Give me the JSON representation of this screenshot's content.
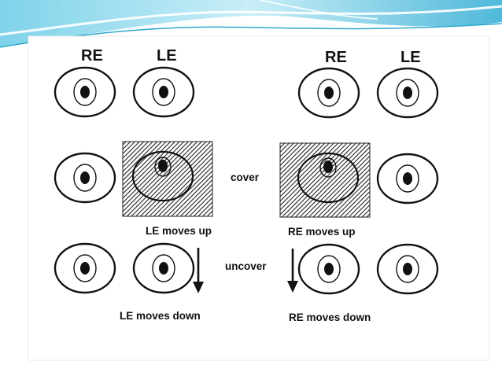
{
  "left_panel": {
    "re_label": "RE",
    "le_label": "LE",
    "moves_up_label": "LE moves up",
    "moves_down_label": "LE moves down"
  },
  "right_panel": {
    "re_label": "RE",
    "le_label": "LE",
    "moves_up_label": "RE moves up",
    "moves_down_label": "RE moves down"
  },
  "center": {
    "cover_label": "cover",
    "uncover_label": "uncover"
  },
  "colors": {
    "banner_light": "#d6f1f8",
    "banner_mid": "#8fd8ec",
    "banner_dark": "#2fa9cd",
    "ink": "#111111",
    "page": "#ffffff"
  }
}
